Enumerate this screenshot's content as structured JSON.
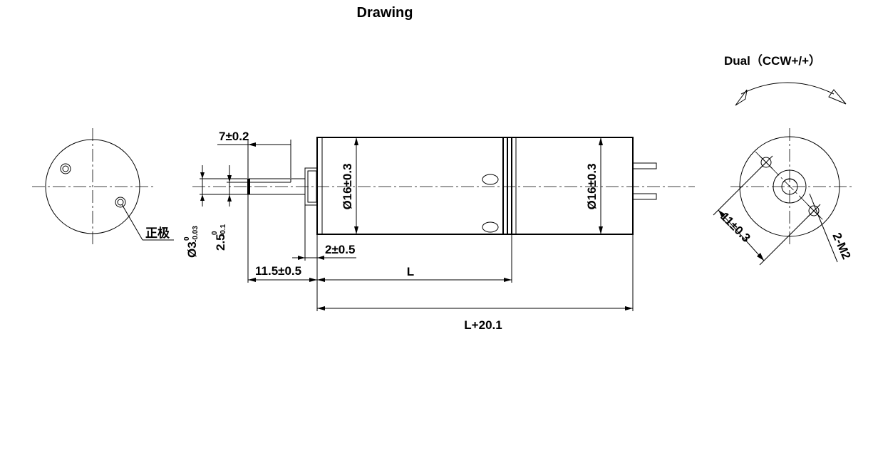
{
  "title": "Drawing",
  "rotation_label": "Dual（CCW+/+）",
  "dimensions": {
    "shaft_flat_length": "7±0.2",
    "shaft_diameter_main": "Ø3",
    "shaft_diameter_upper": "0",
    "shaft_diameter_lower": "-0.03",
    "flat_height_main": "2.5",
    "flat_height_upper": "0",
    "flat_height_lower": "-0.1",
    "gearbox_diameter": "Ø16±0.3",
    "motor_diameter": "Ø16±0.3",
    "boss_length": "2±0.5",
    "shaft_length": "11.5±0.5",
    "gearbox_length": "L",
    "total_length": "L+20.1",
    "hole_pitch": "11±0.3",
    "mount_holes": "2-M2"
  },
  "positive_pole_label": "正极",
  "colors": {
    "line": "#000000",
    "background": "#ffffff"
  }
}
